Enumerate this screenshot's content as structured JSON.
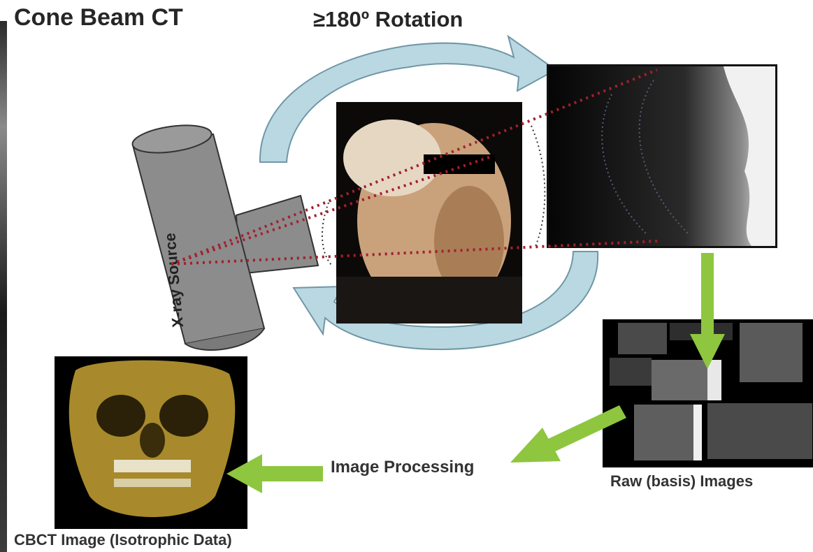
{
  "title": "Cone Beam CT",
  "rotation_label": "≥180º Rotation",
  "source_label": "X-ray Source",
  "processing_label": "Image Processing",
  "raw_caption": "Raw (basis) Images",
  "cbct_caption": "CBCT Image (Isotrophic Data)",
  "colors": {
    "rotation_arrow": "#b9d8e2",
    "rotation_arrow_edge": "#6f97a6",
    "flow_arrow": "#8ec63f",
    "beam_line": "#a3202e",
    "cylinder": "#8c8c8c"
  }
}
